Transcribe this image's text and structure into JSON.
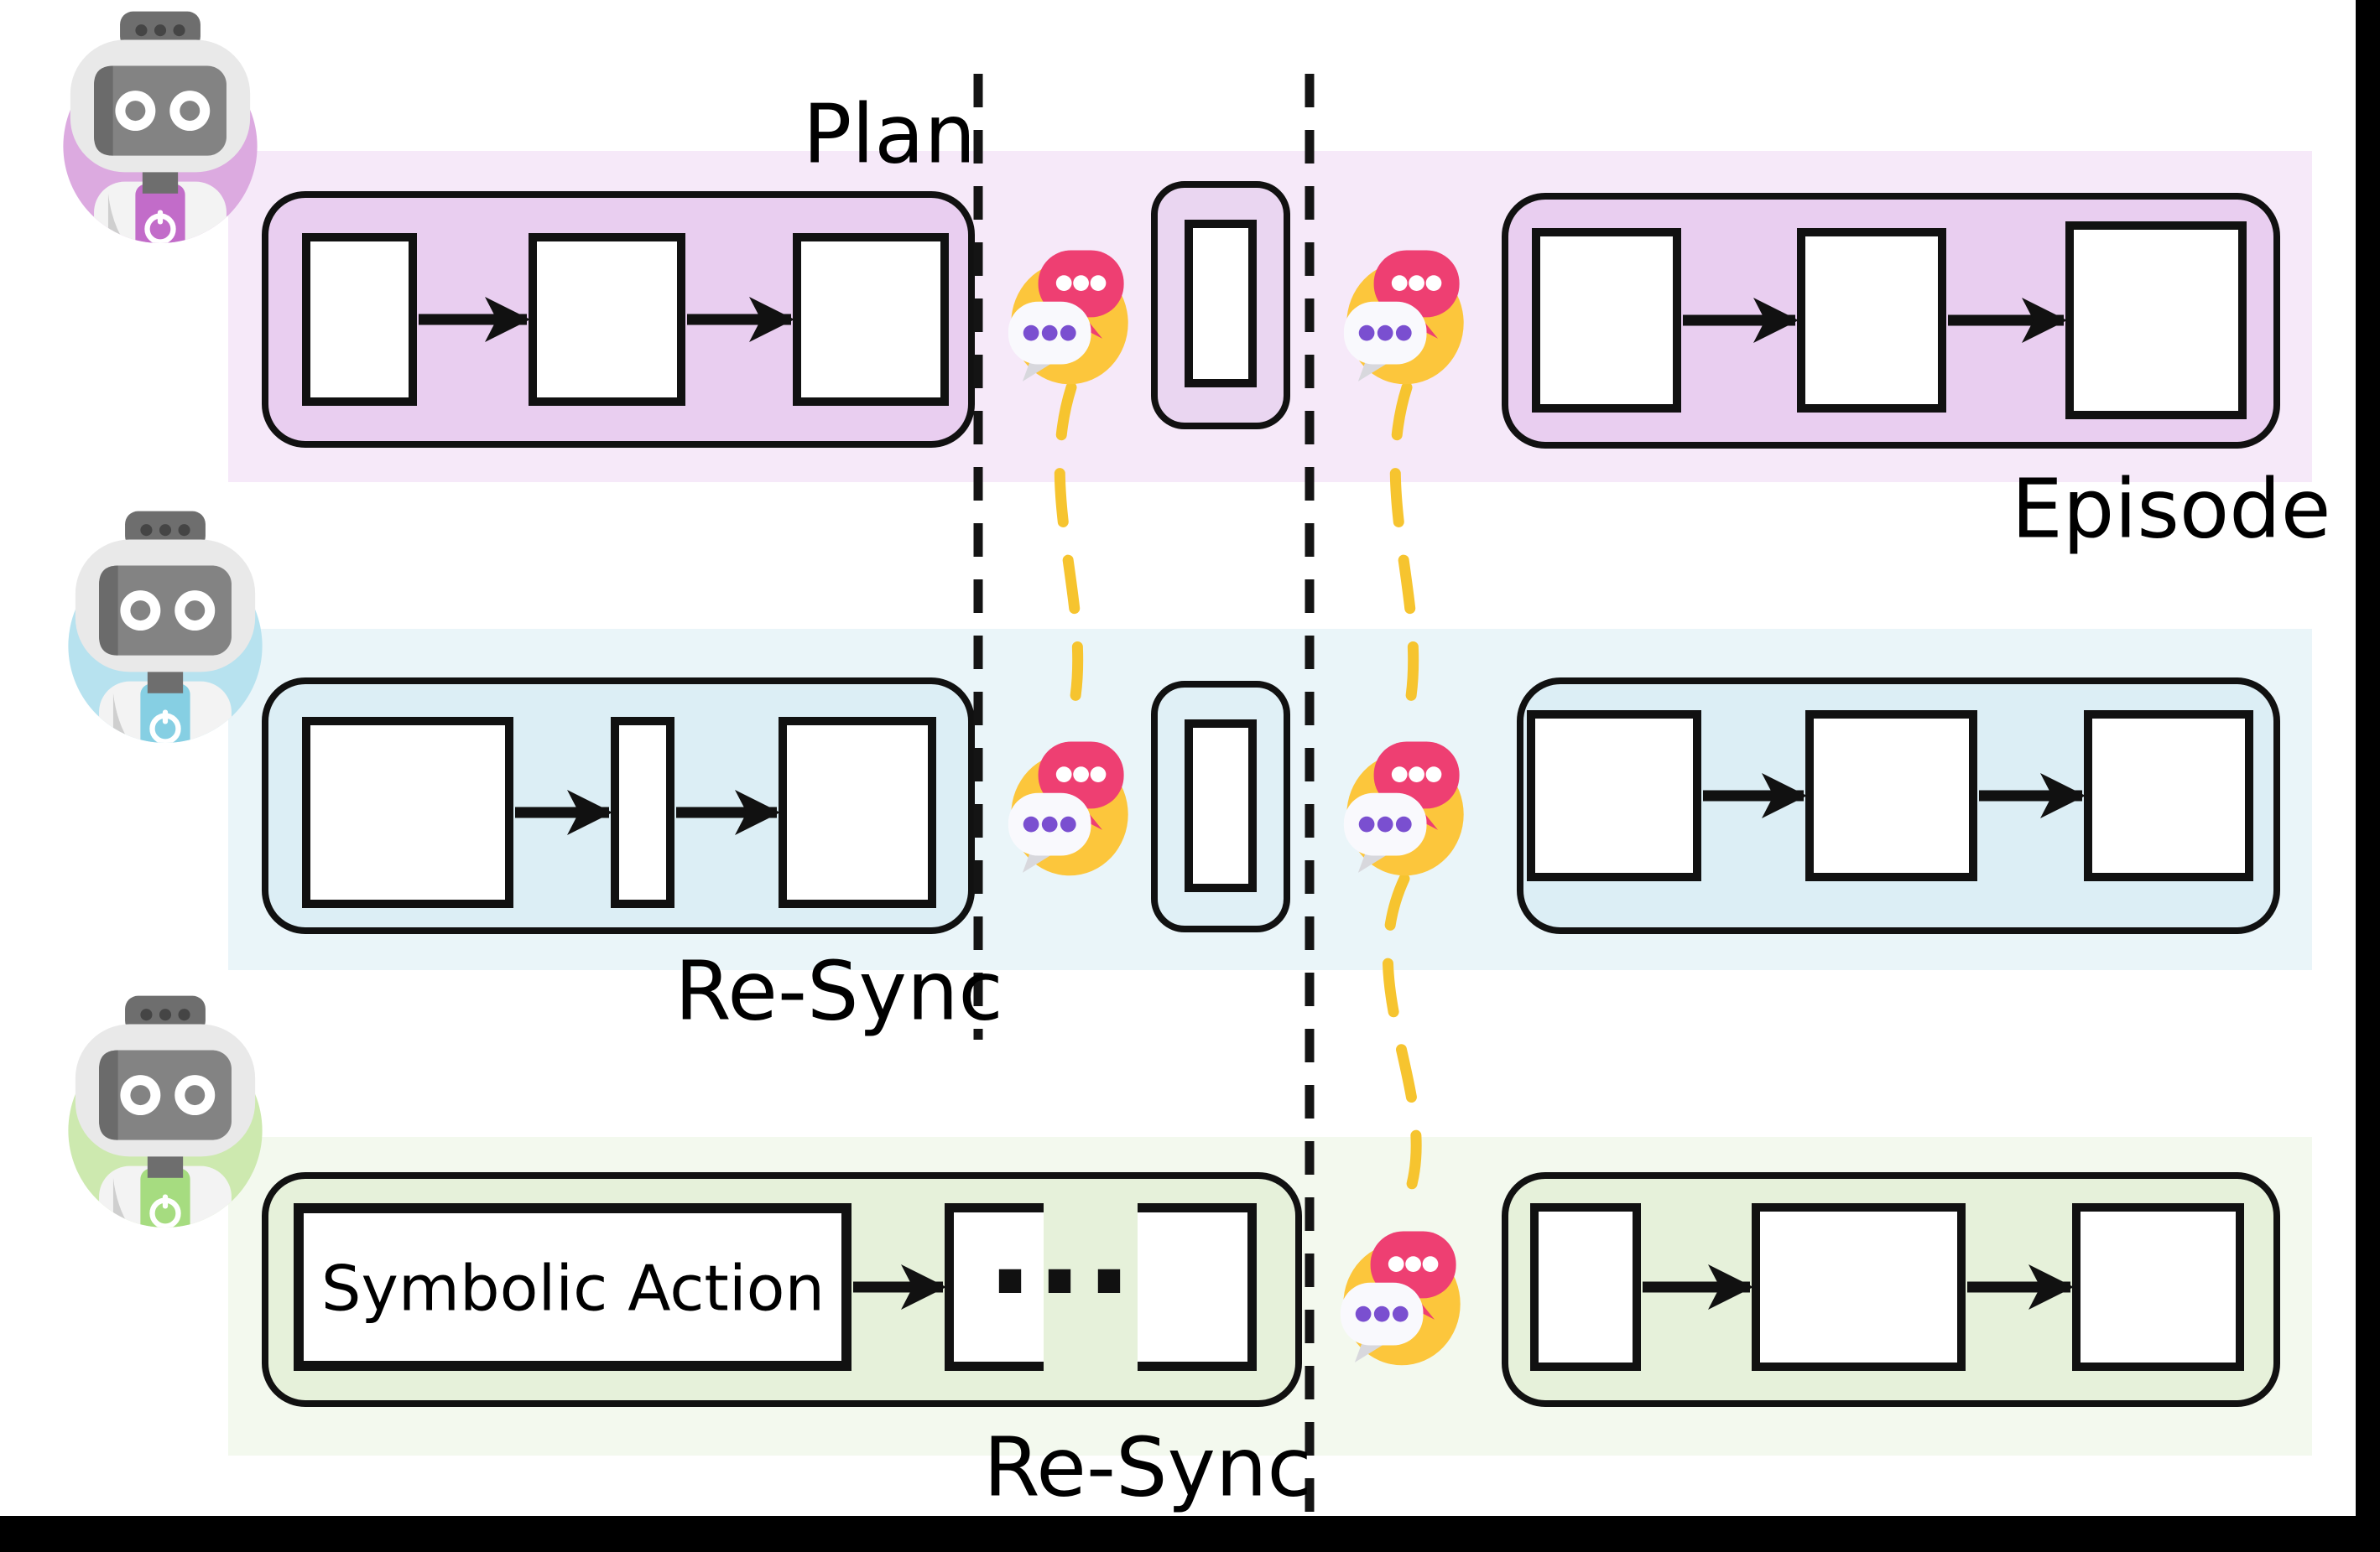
{
  "labels": {
    "plan": "Plan",
    "episode": "Episode",
    "resync_middle": "Re-Sync",
    "resync_bottom": "Re-Sync",
    "symbolic_action": "Symbolic Action",
    "ellipsis": "···"
  },
  "agents": [
    {
      "name": "robot-agent-1",
      "theme": "purple",
      "band_color": "#f6e9f9",
      "container_color": "#e9cef0",
      "avatar_circle_color": "#dcaae0",
      "avatar_chest_color": "#c26cc9",
      "plan_steps_left": 3,
      "resync_step_boxes": 1,
      "episode_steps_right": 3
    },
    {
      "name": "robot-agent-2",
      "theme": "blue",
      "band_color": "#eaf5f9",
      "container_color": "#dceef5",
      "avatar_circle_color": "#b7e2ef",
      "avatar_chest_color": "#86cfe3",
      "plan_steps_left": 3,
      "resync_step_boxes": 1,
      "episode_steps_right": 3
    },
    {
      "name": "robot-agent-3",
      "theme": "green",
      "band_color": "#f3f9ee",
      "container_color": "#e6f1da",
      "avatar_circle_color": "#cde9af",
      "avatar_chest_color": "#a6dc80",
      "plan_steps_left": 3,
      "episode_steps_right": 3
    }
  ],
  "icons": {
    "chat": "chat-bubbles-icon",
    "robot": "robot-avatar-icon",
    "chat_colors": {
      "circle": "#fcc63c",
      "bubble_top": "#ee3f72",
      "bubble_bottom": "#f9f9fd",
      "dots_top": "#ffffff",
      "dots_bottom": "#7a4fd0"
    }
  },
  "connectors": {
    "divider_style": "dashed-vertical",
    "divider_color": "#141414",
    "sync_link_color": "#f6c42f",
    "arrow_color": "#111111"
  },
  "frame": {
    "bottom_bar_color": "#000000",
    "right_bar_color": "#000000",
    "background": "#ffffff"
  }
}
